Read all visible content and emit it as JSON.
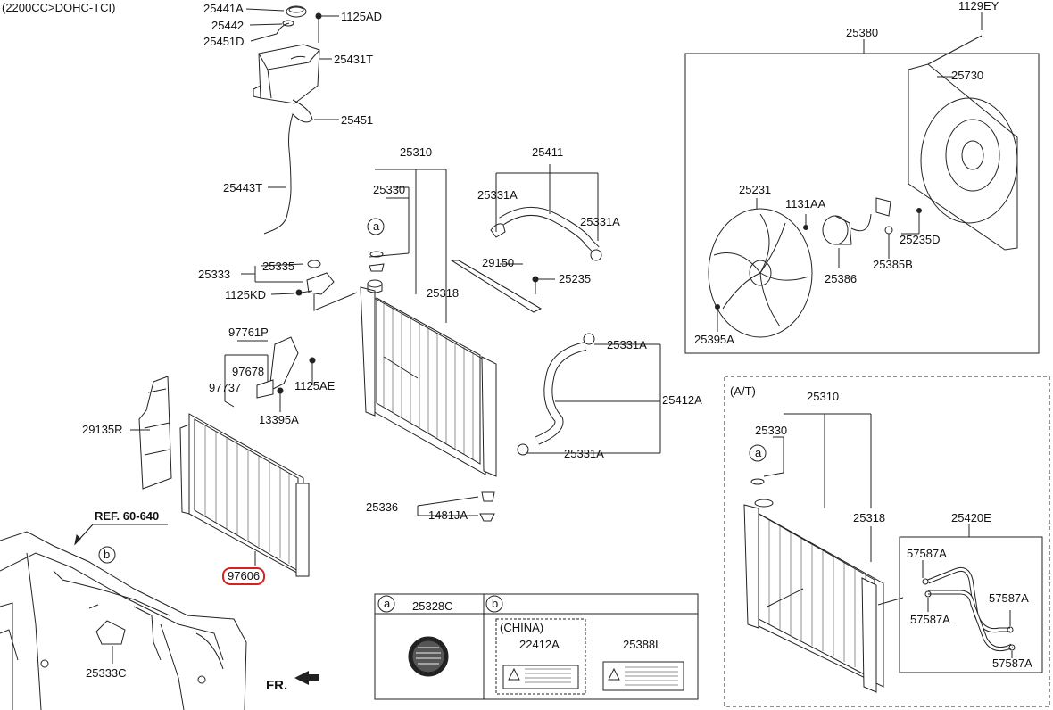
{
  "engine_spec": "(2200CC>DOHC-TCI)",
  "ref_label": "REF. 60-640",
  "front_label": "FR.",
  "circle_a": "a",
  "circle_b": "b",
  "at_label": "(A/T)",
  "china_label": "(CHINA)",
  "highlight_color": "#d22222",
  "parts": {
    "p25441A": "25441A",
    "p25442": "25442",
    "p25451D": "25451D",
    "p1125AD": "1125AD",
    "p25431T": "25431T",
    "p25451": "25451",
    "p25443T": "25443T",
    "p25333": "25333",
    "p25335": "25335",
    "p1125KD": "1125KD",
    "p25310": "25310",
    "p25330": "25330",
    "p25318": "25318",
    "p25411": "25411",
    "p25331A_1": "25331A",
    "p25331A_2": "25331A",
    "p25331A_3": "25331A",
    "p25331A_4": "25331A",
    "p29150": "29150",
    "p25235": "25235",
    "p25412A": "25412A",
    "p25336": "25336",
    "p1481JA": "1481JA",
    "p97761P": "97761P",
    "p97678": "97678",
    "p97737": "97737",
    "p1125AE": "1125AE",
    "p13395A": "13395A",
    "p29135R": "29135R",
    "p97606": "97606",
    "p25333C": "25333C",
    "p1129EY": "1129EY",
    "p25380": "25380",
    "p25730": "25730",
    "p25231": "25231",
    "p1131AA": "1131AA",
    "p25235D": "25235D",
    "p25385B": "25385B",
    "p25386": "25386",
    "p25395A": "25395A",
    "p25310_at": "25310",
    "p25330_at": "25330",
    "p25318_at": "25318",
    "p25420E": "25420E",
    "p57587A_1": "57587A",
    "p57587A_2": "57587A",
    "p57587A_3": "57587A",
    "p57587A_4": "57587A",
    "p25328C": "25328C",
    "p22412A": "22412A",
    "p25388L": "25388L"
  }
}
